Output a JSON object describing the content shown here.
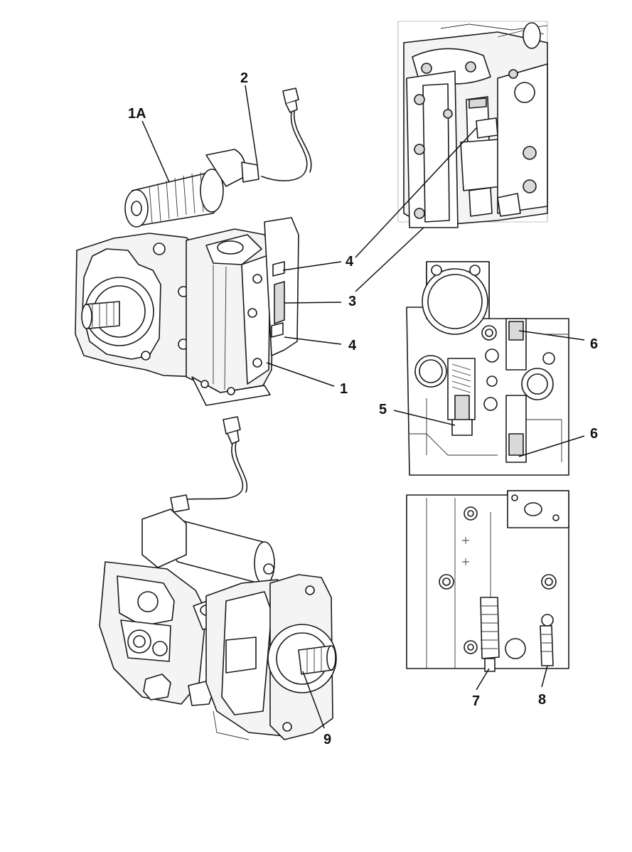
{
  "callouts": {
    "c1a": "1A",
    "c2": "2",
    "c4a": "4",
    "c3": "3",
    "c4b": "4",
    "c1": "1",
    "c6a": "6",
    "c5": "5",
    "c6b": "6",
    "c7": "7",
    "c8": "8",
    "c9": "9"
  }
}
